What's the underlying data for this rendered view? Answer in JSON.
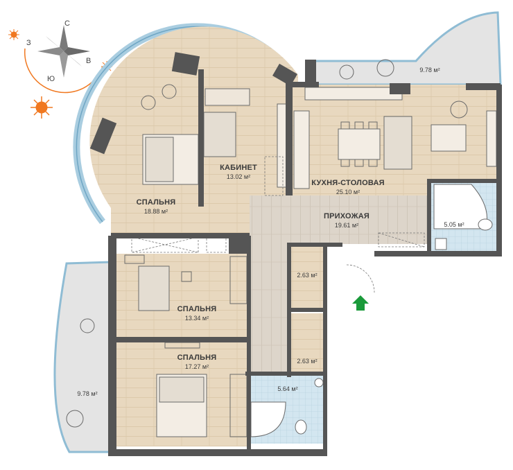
{
  "compass": {
    "north": "С",
    "east": "В",
    "south": "Ю",
    "west": "З"
  },
  "rooms": {
    "bedroom_master": {
      "name": "СПАЛЬНЯ",
      "area": "18.88 м²"
    },
    "study": {
      "name": "КАБИНЕТ",
      "area": "13.02 м²"
    },
    "kitchen_dining": {
      "name": "КУХНЯ-СТОЛОВАЯ",
      "area": "25.10 м²"
    },
    "hallway": {
      "name": "ПРИХОЖАЯ",
      "area": "19.61 м²"
    },
    "bedroom_middle": {
      "name": "СПАЛЬНЯ",
      "area": "13.34 м²"
    },
    "bedroom_lower": {
      "name": "СПАЛЬНЯ",
      "area": "17.27 м²"
    }
  },
  "areas": {
    "balcony_right": "9.78 м²",
    "balcony_left": "9.78 м²",
    "bathroom_right": "5.05 м²",
    "bathroom_lower": "5.64 м²",
    "closet_upper": "2.63 м²",
    "closet_lower": "2.63 м²"
  },
  "colors": {
    "wall": "#555555",
    "wood_floor": "#e6d6bd",
    "hall_floor": "#d9d3ca",
    "tile": "#cfe3ee",
    "glass": "#a9cde0",
    "sun": "#f07820",
    "entrance_arrow": "#1a9a3a"
  },
  "icons": {
    "compass": "compass-rose-icon",
    "sun": "sun-icon",
    "entrance": "entrance-arrow-icon"
  }
}
